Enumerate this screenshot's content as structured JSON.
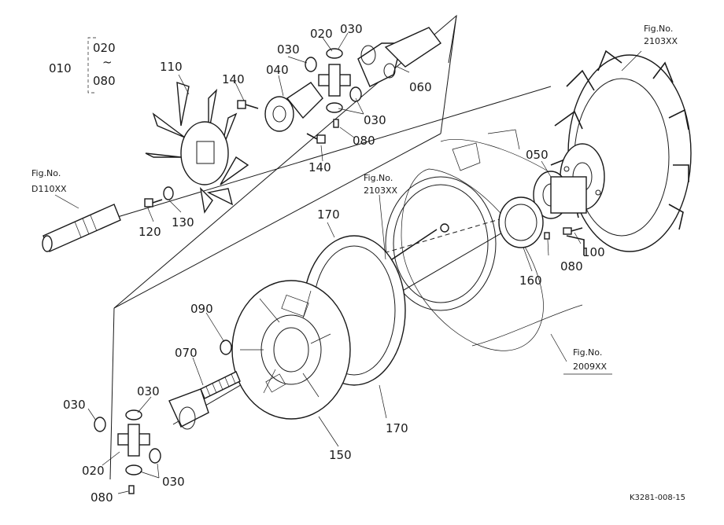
{
  "parts": {
    "p010": "010",
    "p020_top": "020",
    "p020_bottom": "020",
    "p020_range_start": "020",
    "p020_range_sep": "~",
    "p080_range_end": "080",
    "p030_a": "030",
    "p030_b": "030",
    "p030_c": "030",
    "p030_d": "030",
    "p030_e": "030",
    "p030_f": "030",
    "p040": "040",
    "p050": "050",
    "p060": "060",
    "p070": "070",
    "p080_a": "080",
    "p080_b": "080",
    "p080_c": "080",
    "p090": "090",
    "p100": "100",
    "p110": "110",
    "p120": "120",
    "p130": "130",
    "p140_a": "140",
    "p140_b": "140",
    "p150": "150",
    "p160": "160",
    "p170_a": "170",
    "p170_b": "170"
  },
  "refs": {
    "fig_label_1": "Fig.No.",
    "fig_code_1": "2103XX",
    "fig_label_2": "Fig.No.",
    "fig_code_2": "D110XX",
    "fig_label_3": "Fig.No.",
    "fig_code_3": "2103XX",
    "fig_label_4": "Fig.No.",
    "fig_code_4": "2009XX"
  },
  "drawing_code": "K3281-008-15"
}
